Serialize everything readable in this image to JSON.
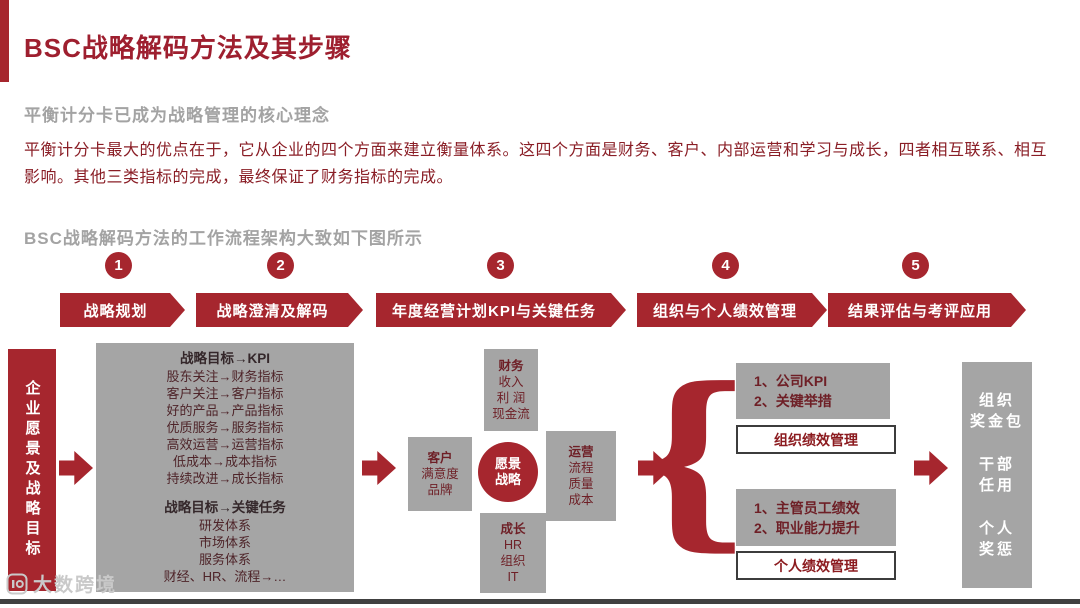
{
  "slide": {
    "title": "BSC战略解码方法及其步骤",
    "section1_heading": "平衡计分卡已成为战略管理的核心理念",
    "section1_body": "平衡计分卡最大的优点在于，它从企业的四个方面来建立衡量体系。这四个方面是财务、客户、内部运营和学习与成长，四者相互联系、相互影响。其他三类指标的完成，最终保证了财务指标的完成。",
    "section2_heading": "BSC战略解码方法的工作流程架构大致如下图所示",
    "watermark": "大数跨境"
  },
  "steps": [
    {
      "number": "1",
      "label": "战略规划"
    },
    {
      "number": "2",
      "label": "战略澄清及解码"
    },
    {
      "number": "3",
      "label": "年度经营计划KPI与关键任务"
    },
    {
      "number": "4",
      "label": "组织与个人绩效管理"
    },
    {
      "number": "5",
      "label": "结果评估与考评应用"
    }
  ],
  "flow": {
    "vision_bar": "企业愿景及战略目标",
    "kpi_box": {
      "header_kpi": "战略目标→KPI",
      "kpi_lines": [
        "股东关注→财务指标",
        "客户关注→客户指标",
        "好的产品→产品指标",
        "优质服务→服务指标",
        "高效运营→运营指标",
        "低成本→成本指标",
        "持续改进→成长指标"
      ],
      "header_tasks": "战略目标→关键任务",
      "task_lines": [
        "研发体系",
        "市场体系",
        "服务体系",
        "财经、HR、流程→…"
      ]
    },
    "bsc": {
      "finance": {
        "title": "财务",
        "lines": [
          "收入",
          "利 润",
          "现金流"
        ]
      },
      "customer": {
        "title": "客户",
        "lines": [
          "满意度",
          "品牌"
        ]
      },
      "center": {
        "line1": "愿景",
        "line2": "战略"
      },
      "operation": {
        "title": "运营",
        "lines": [
          "流程",
          "质量",
          "成本"
        ]
      },
      "growth": {
        "title": "成长",
        "lines": [
          "HR",
          "组织",
          "IT"
        ]
      }
    },
    "performance": {
      "org_items": [
        "1、公司KPI",
        "2、关键举措"
      ],
      "org_label": "组织绩效管理",
      "personal_items": [
        "1、主管员工绩效",
        "2、职业能力提升"
      ],
      "personal_label": "个人绩效管理"
    },
    "result_box": [
      "组织",
      "奖金包",
      "干部",
      "任用",
      "个人",
      "奖惩"
    ],
    "brace_glyph": "{"
  },
  "colors": {
    "primary_red": "#A6262E",
    "title_red": "#9E1F2F",
    "body_red": "#8A1E26",
    "gray_box": "#A5A5A5",
    "heading_gray": "#A3A3A3"
  }
}
